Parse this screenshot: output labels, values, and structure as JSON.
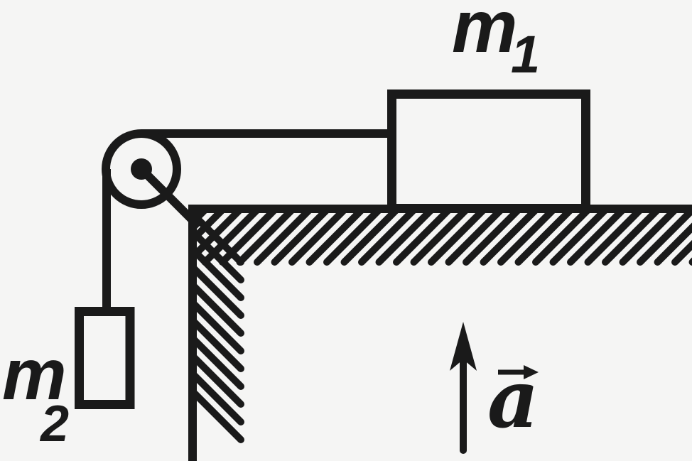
{
  "labels": {
    "m1": {
      "base": "m",
      "sub": "1"
    },
    "m2": {
      "base": "m",
      "sub": "2"
    },
    "acceleration": {
      "base": "a"
    }
  },
  "colors": {
    "ink": "#1a1a1a",
    "background": "#f5f5f4"
  }
}
